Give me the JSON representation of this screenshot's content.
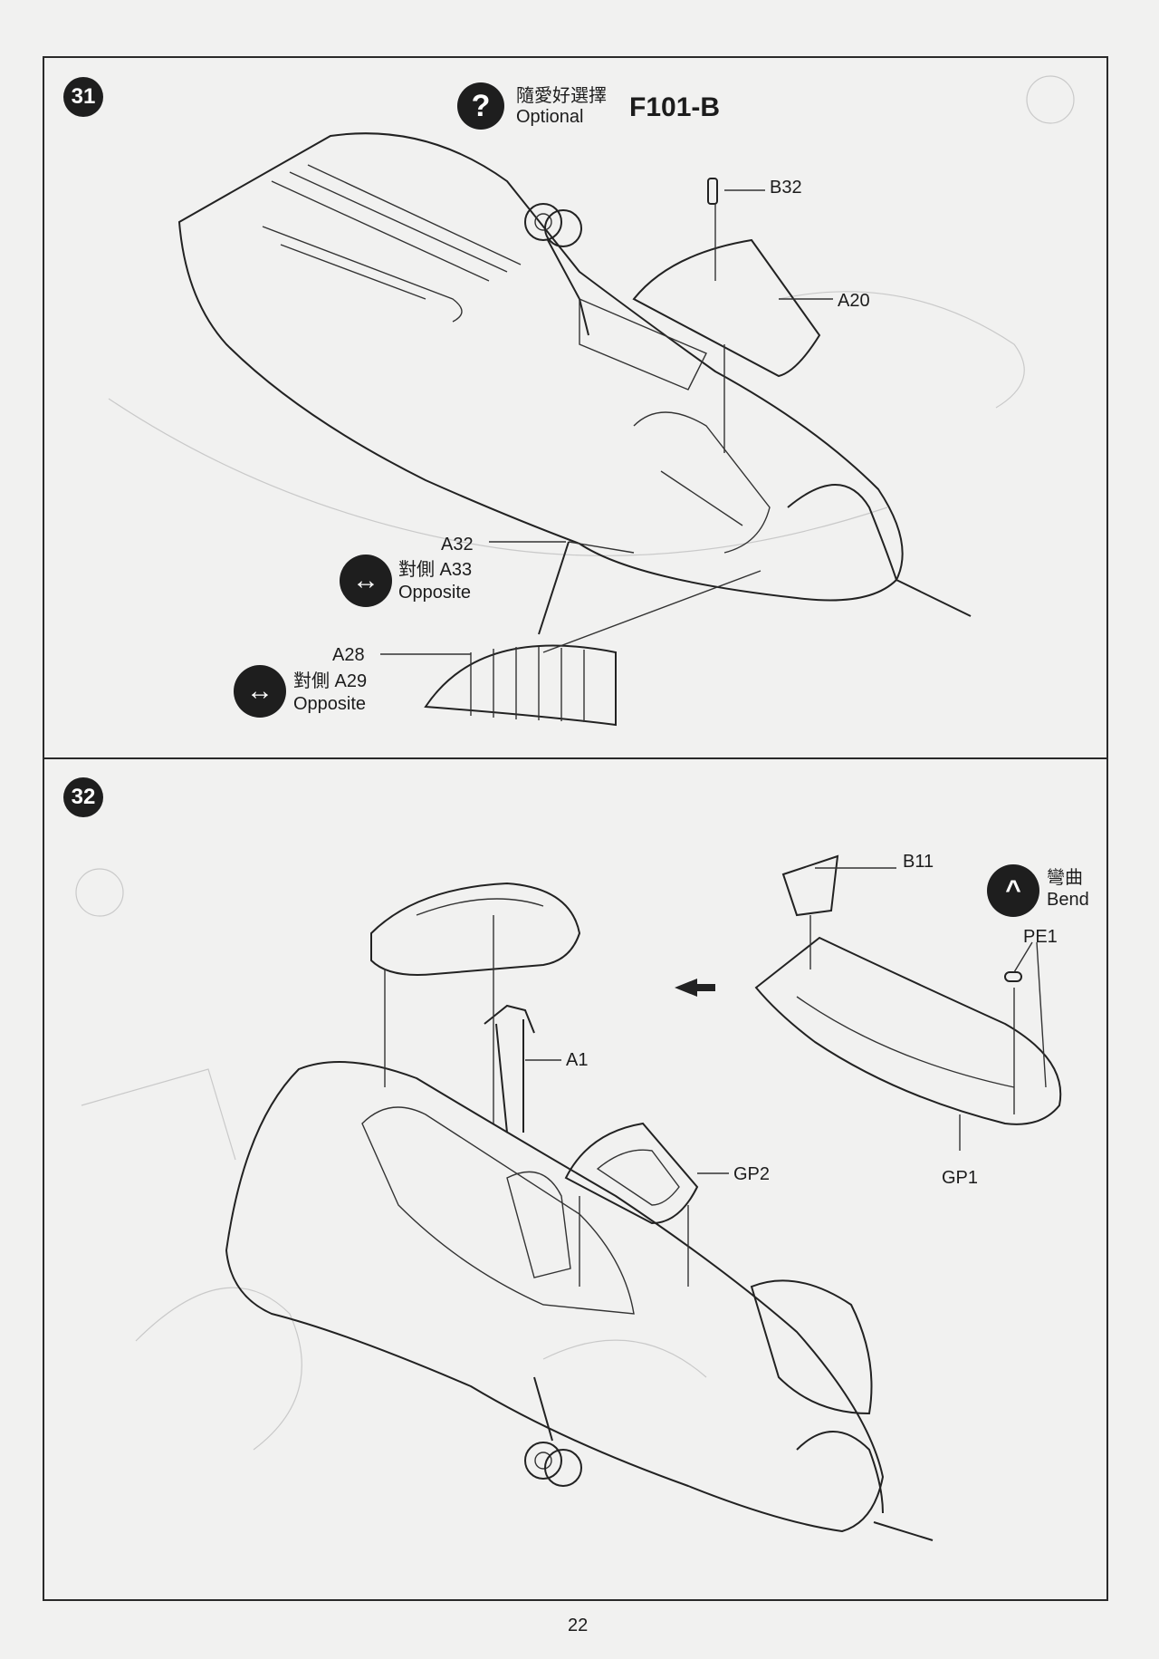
{
  "page_number": "22",
  "step31": {
    "number": "31",
    "optional_zh": "隨愛好選擇",
    "optional_en": "Optional",
    "variant": "F101-B",
    "parts": {
      "b32": "B32",
      "a20": "A20",
      "a32": "A32",
      "a28": "A28"
    },
    "opposite_a33_zh": "對側 A33",
    "opposite_a33_en": "Opposite",
    "opposite_a29_zh": "對側 A29",
    "opposite_a29_en": "Opposite"
  },
  "step32": {
    "number": "32",
    "parts": {
      "b11": "B11",
      "a1": "A1",
      "gp2": "GP2",
      "pe1": "PE1",
      "gp1": "GP1"
    },
    "bend_zh": "彎曲",
    "bend_en": "Bend"
  },
  "icons": {
    "optional": "question-mark-icon",
    "opposite": "double-arrow-icon",
    "bend": "bend-chevron-icon",
    "direction": "direction-arrow-icon"
  }
}
